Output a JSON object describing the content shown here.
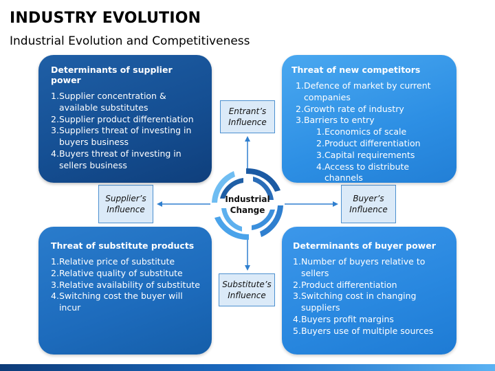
{
  "header": {
    "title": "INDUSTRY EVOLUTION",
    "subtitle": "Industrial Evolution and Competitiveness"
  },
  "center": {
    "line1": "Industrial",
    "line2": "Change"
  },
  "influences": {
    "entrant": [
      "Entrant’s",
      "Influence"
    ],
    "supplier": [
      "Supplier’s",
      "Influence"
    ],
    "buyer": [
      "Buyer’s",
      "Influence"
    ],
    "substitute": [
      "Substitute’s",
      "Influence"
    ]
  },
  "boxes": {
    "supplier": {
      "heading": "Determinants of supplier power",
      "items": [
        {
          "n": "1.",
          "t": "Supplier concentration & available substitutes"
        },
        {
          "n": "2.",
          "t": "Supplier product differentiation"
        },
        {
          "n": "3.",
          "t": "Suppliers threat of investing in buyers business"
        },
        {
          "n": "4.",
          "t": "Buyers threat of investing in sellers business"
        }
      ]
    },
    "competitors": {
      "heading": "Threat of new competitors",
      "items": [
        {
          "n": "1.",
          "t": "Defence of market by current companies"
        },
        {
          "n": "2.",
          "t": "Growth rate of industry"
        },
        {
          "n": "3.",
          "t": "Barriers to entry"
        }
      ],
      "subitems": [
        {
          "n": "1.",
          "t": "Economics of scale"
        },
        {
          "n": "2.",
          "t": "Product differentiation"
        },
        {
          "n": "3.",
          "t": "Capital requirements"
        },
        {
          "n": "4.",
          "t": "Access to distribute channels"
        }
      ]
    },
    "substitute": {
      "heading": "Threat of substitute products",
      "items": [
        {
          "n": "1.",
          "t": "Relative price of substitute"
        },
        {
          "n": "2.",
          "t": "Relative quality of substitute"
        },
        {
          "n": "3.",
          "t": "Relative availability of substitute"
        },
        {
          "n": "4.",
          "t": "Switching cost the buyer will incur"
        }
      ]
    },
    "buyer": {
      "heading": "Determinants of buyer power",
      "items": [
        {
          "n": "1.",
          "t": "Number of buyers relative to sellers"
        },
        {
          "n": "2.",
          "t": "Product differentiation"
        },
        {
          "n": "3.",
          "t": "Switching cost in changing suppliers"
        },
        {
          "n": "4.",
          "t": "Buyers profit margins"
        },
        {
          "n": "5.",
          "t": "Buyers use of multiple sources"
        }
      ]
    }
  },
  "colors": {
    "arrow": "#2f7fcf",
    "swirl_dark": "#1b5aa3",
    "swirl_light": "#6fbdf2",
    "influence_bg": "#dbeaf8"
  }
}
